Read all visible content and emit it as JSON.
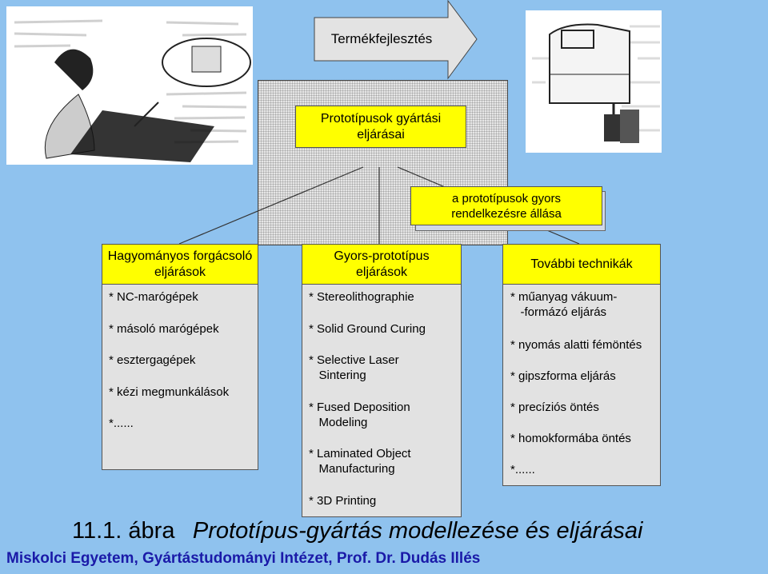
{
  "colors": {
    "background": "#8fc2ee",
    "box_yellow": "#ffff00",
    "box_grey": "#e2e2e2",
    "footer_text": "#1a1aa8"
  },
  "banner": {
    "label": "Termékfejlesztés"
  },
  "center_box": {
    "line1": "Prototípusok gyártási",
    "line2": "eljárásai"
  },
  "right_note": {
    "line1": "a prototípusok gyors",
    "line2": "rendelkezésre állása"
  },
  "columns": [
    {
      "header_line1": "Hagyományos forgácsoló",
      "header_line2": "eljárások",
      "items": [
        "* NC-marógépek",
        "* másoló marógépek",
        "* esztergagépek",
        "* kézi megmunkálások",
        "*......"
      ]
    },
    {
      "header_line1": "Gyors-prototípus",
      "header_line2": "eljárások",
      "items": [
        "* Stereolithographie",
        "* Solid Ground Curing",
        "* Selective Laser\n   Sintering",
        "* Fused Deposition\n   Modeling",
        "* Laminated Object\n   Manufacturing",
        "* 3D Printing"
      ]
    },
    {
      "header_line1": "További technikák",
      "header_line2": "",
      "items": [
        "* műanyag vákuum-\n   -formázó eljárás",
        "* nyomás alatti fémöntés",
        "* gipszforma eljárás",
        "* precíziós öntés",
        "* homokformába öntés",
        "*......"
      ]
    }
  ],
  "footer": {
    "figure_number": "11.1. ábra",
    "figure_title": "Prototípus-gyártás modellezése és eljárásai",
    "credit": "Miskolci Egyetem, Gyártástudományi Intézet, Prof. Dr. Dudás Illés"
  },
  "images": {
    "left": "sketch of a person drawing at a desk",
    "right": "sketch of a hand mixer prototype"
  }
}
